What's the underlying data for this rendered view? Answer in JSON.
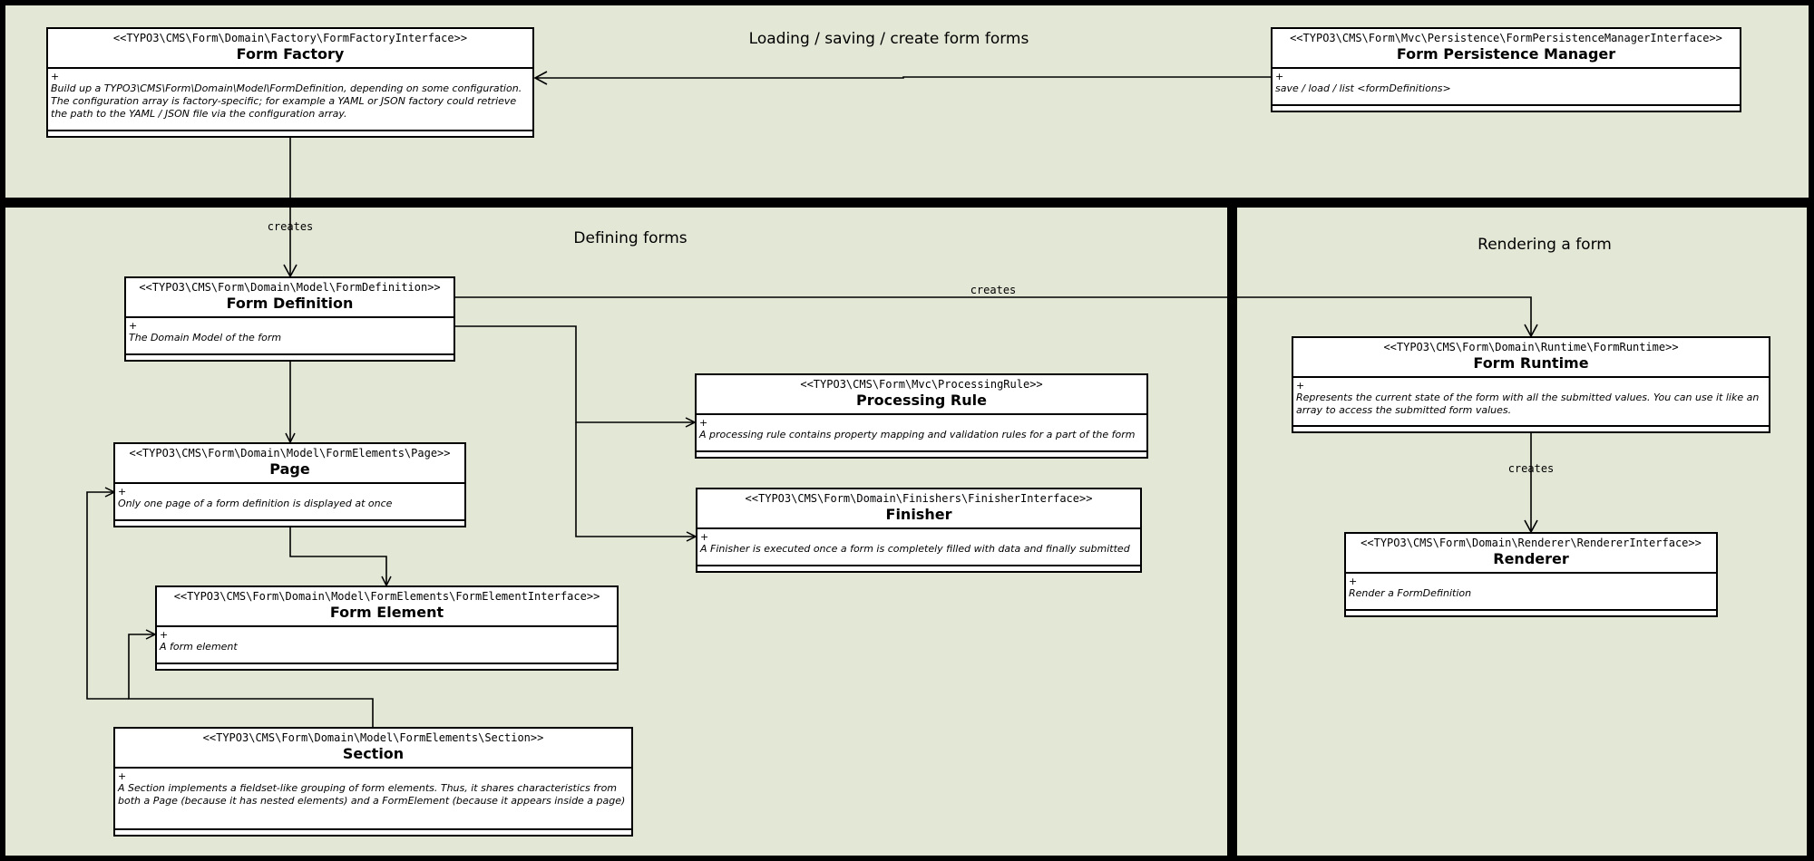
{
  "panels": {
    "top": {
      "title": "Loading / saving / create form forms"
    },
    "define": {
      "title": "Defining forms"
    },
    "render": {
      "title": "Rendering a form"
    }
  },
  "classes": {
    "form_factory": {
      "stereotype": "<<TYPO3\\CMS\\Form\\Domain\\Factory\\FormFactoryInterface>>",
      "name": "Form Factory",
      "plus": "+",
      "description": "Build up a TYPO3\\CMS\\Form\\Domain\\Model\\FormDefinition, depending on some configuration. The configuration array is factory-specific; for example a YAML or JSON factory could retrieve the path to the YAML / JSON file via the configuration array."
    },
    "persistence_manager": {
      "stereotype": "<<TYPO3\\CMS\\Form\\Mvc\\Persistence\\FormPersistenceManagerInterface>>",
      "name": "Form Persistence Manager",
      "plus": "+",
      "description": "save / load / list <formDefinitions>"
    },
    "form_definition": {
      "stereotype": "<<TYPO3\\CMS\\Form\\Domain\\Model\\FormDefinition>>",
      "name": "Form Definition",
      "plus": "+",
      "description": "The Domain Model of the form"
    },
    "page": {
      "stereotype": "<<TYPO3\\CMS\\Form\\Domain\\Model\\FormElements\\Page>>",
      "name": "Page",
      "plus": "+",
      "description": "Only one page of a form definition is displayed at once"
    },
    "form_element": {
      "stereotype": "<<TYPO3\\CMS\\Form\\Domain\\Model\\FormElements\\FormElementInterface>>",
      "name": "Form Element",
      "plus": "+",
      "description": "A form element"
    },
    "section": {
      "stereotype": "<<TYPO3\\CMS\\Form\\Domain\\Model\\FormElements\\Section>>",
      "name": "Section",
      "plus": "+",
      "description": "A Section implements a fieldset-like grouping of form elements. Thus, it shares characteristics from both a Page (because it has nested elements) and a FormElement (because it appears inside a page)"
    },
    "processing_rule": {
      "stereotype": "<<TYPO3\\CMS\\Form\\Mvc\\ProcessingRule>>",
      "name": "Processing Rule",
      "plus": "+",
      "description": "A processing rule contains property mapping and validation rules for a part of the form"
    },
    "finisher": {
      "stereotype": "<<TYPO3\\CMS\\Form\\Domain\\Finishers\\FinisherInterface>>",
      "name": "Finisher",
      "plus": "+",
      "description": "A Finisher is executed once a form is completely filled with data and finally submitted"
    },
    "form_runtime": {
      "stereotype": "<<TYPO3\\CMS\\Form\\Domain\\Runtime\\FormRuntime>>",
      "name": "Form Runtime",
      "plus": "+",
      "description": "Represents the current state of the form with all the submitted values. You can use it like an array to access the submitted form values."
    },
    "renderer": {
      "stereotype": "<<TYPO3\\CMS\\Form\\Domain\\Renderer\\RendererInterface>>",
      "name": "Renderer",
      "plus": "+",
      "description": "Render a FormDefinition"
    }
  },
  "edges": {
    "factory_creates": "creates",
    "definition_creates": "creates",
    "runtime_creates": "creates"
  }
}
